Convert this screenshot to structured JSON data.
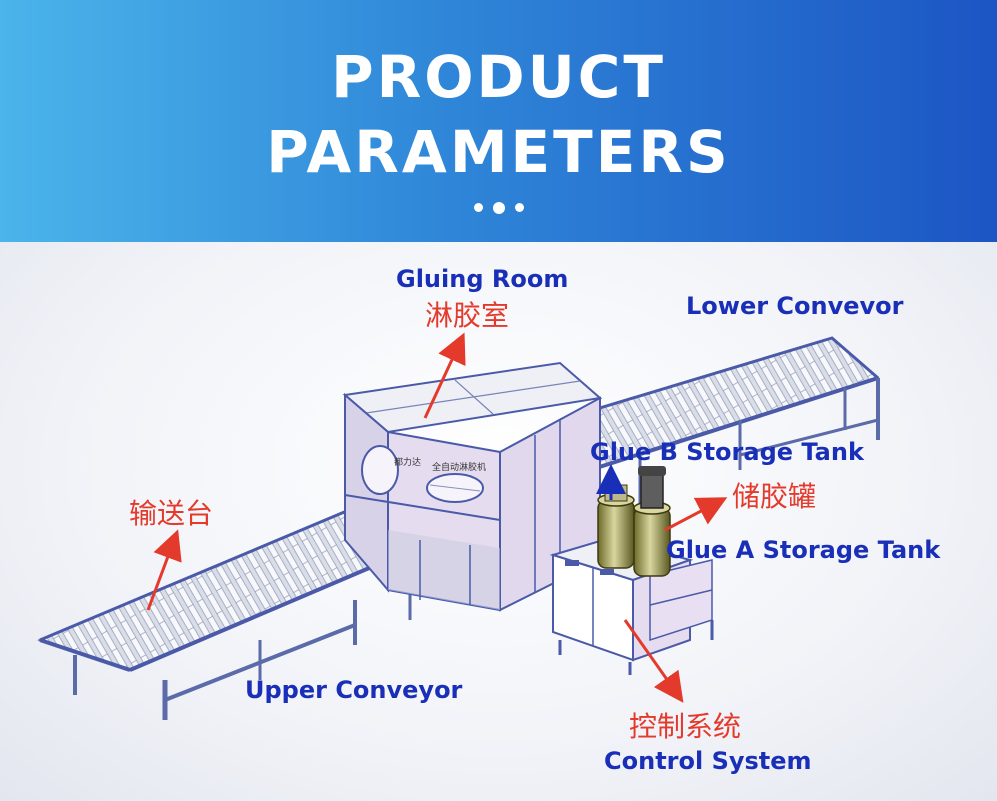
{
  "banner": {
    "title_line1": "PRODUCT",
    "title_line2": "PARAMETERS",
    "gradient_start": "#4bb4ea",
    "gradient_end": "#1c55c4"
  },
  "labels": {
    "gluing_room_en": "Gluing Room",
    "gluing_room_cn": "淋胶室",
    "lower_conveyor_en": "Lower Convevor",
    "glue_b_tank_en": "Glue B Storage Tank",
    "storage_tank_cn": "储胶罐",
    "glue_a_tank_en": "Glue A Storage Tank",
    "conveyor_table_cn": "输送台",
    "upper_conveyor_en": "Upper Conveyor",
    "control_system_cn": "控制系统",
    "control_system_en": "Control System"
  },
  "cabinet": {
    "text_left": "都力达",
    "text_right": "全自动淋胶机"
  },
  "colors": {
    "label_blue": "#1a2fb8",
    "label_red": "#e43a2c",
    "machine_lavender": "#e6dcf0",
    "frame_blue": "#4a5aa8"
  }
}
